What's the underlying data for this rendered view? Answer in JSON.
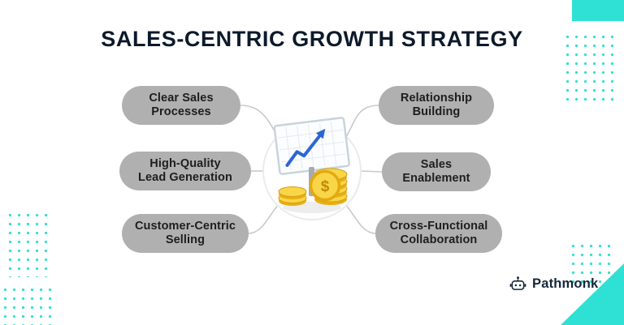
{
  "title": "SALES-CENTRIC GROWTH STRATEGY",
  "pills": {
    "left": [
      {
        "label": "Clear Sales\nProcesses"
      },
      {
        "label": "High-Quality\nLead Generation"
      },
      {
        "label": "Customer-Centric\nSelling"
      }
    ],
    "right": [
      {
        "label": "Relationship\nBuilding"
      },
      {
        "label": "Sales\nEnablement"
      },
      {
        "label": "Cross-Functional\nCollaboration"
      }
    ]
  },
  "center": {
    "icon": "growth-chart-coins-icon",
    "dollar_symbol": "$"
  },
  "logo": {
    "icon": "robot-icon",
    "text": "Pathmonk"
  },
  "colors": {
    "accent_cyan": "#2fe1d4",
    "pill_background": "#b0b0b0",
    "title_text": "#0c1a2a",
    "arrow_blue": "#2a66d4",
    "coin_gold": "#f8d648"
  }
}
